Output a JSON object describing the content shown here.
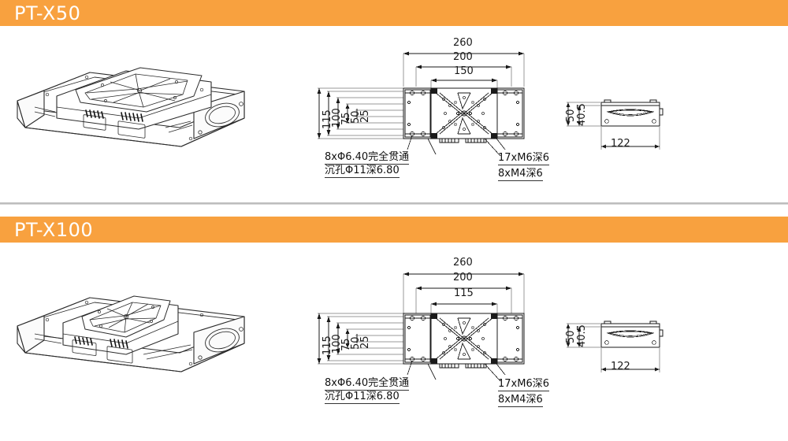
{
  "page": {
    "background": "#ffffff",
    "accent_orange": "#f8a13f",
    "line_color": "#1a1a1a",
    "divider_color": "#bdbdbd"
  },
  "sections": [
    {
      "id": "pt-x50",
      "title": "PT-X50",
      "iso_view": {
        "name": "linear-stage-isometric-drawing"
      },
      "plan_view": {
        "name": "top-plan-view",
        "horizontal_dimensions": [
          "260",
          "200",
          "150"
        ],
        "vertical_dimensions": [
          "115",
          "100",
          "75",
          "50",
          "25"
        ],
        "annotations_left": [
          "8xΦ6.40完全贯通",
          "沉孔Φ11深6.80"
        ],
        "annotations_right": [
          "17xM6深6",
          "8xM4深6"
        ]
      },
      "side_view": {
        "name": "end-elevation-view",
        "height_dimensions": [
          "50",
          "40.5"
        ],
        "width_dimension": "122"
      }
    },
    {
      "id": "pt-x100",
      "title": "PT-X100",
      "iso_view": {
        "name": "linear-stage-isometric-drawing"
      },
      "plan_view": {
        "name": "top-plan-view",
        "horizontal_dimensions": [
          "260",
          "200",
          "115"
        ],
        "vertical_dimensions": [
          "115",
          "100",
          "75",
          "50",
          "25"
        ],
        "annotations_left": [
          "8xΦ6.40完全贯通",
          "沉孔Φ11深6.80"
        ],
        "annotations_right": [
          "17xM6深6",
          "8xM4深6"
        ]
      },
      "side_view": {
        "name": "end-elevation-view",
        "height_dimensions": [
          "50",
          "40.5"
        ],
        "width_dimension": "122"
      }
    }
  ]
}
